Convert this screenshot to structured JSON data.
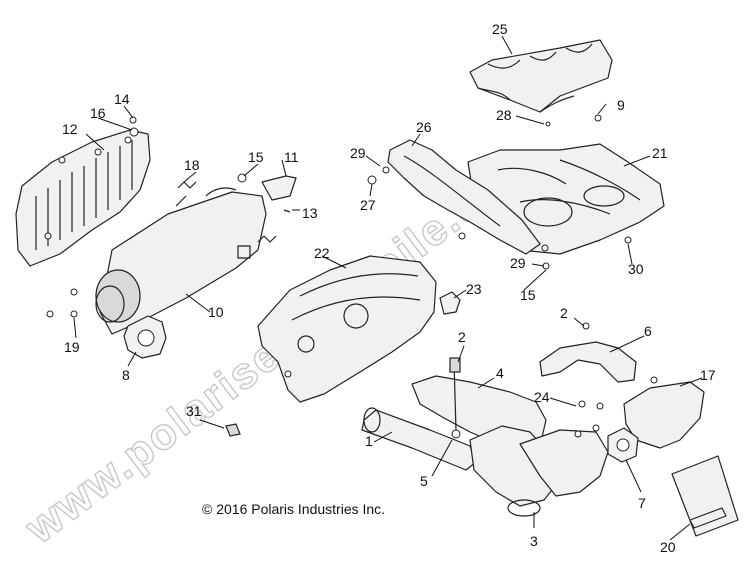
{
  "watermark": "www.polarisersatzteile.de",
  "copyright": "© 2016 Polaris Industries Inc.",
  "callouts": {
    "c1": "1",
    "c2a": "2",
    "c2b": "2",
    "c3": "3",
    "c4": "4",
    "c5": "5",
    "c6": "6",
    "c7": "7",
    "c8": "8",
    "c9": "9",
    "c10": "10",
    "c11": "11",
    "c12": "12",
    "c13": "13",
    "c14": "14",
    "c15a": "15",
    "c15b": "15",
    "c16": "16",
    "c17": "17",
    "c18": "18",
    "c19": "19",
    "c20": "20",
    "c21": "21",
    "c22": "22",
    "c23": "23",
    "c24": "24",
    "c25": "25",
    "c26": "26",
    "c27": "27",
    "c28": "28",
    "c29a": "29",
    "c29b": "29",
    "c30": "30",
    "c31": "31"
  }
}
